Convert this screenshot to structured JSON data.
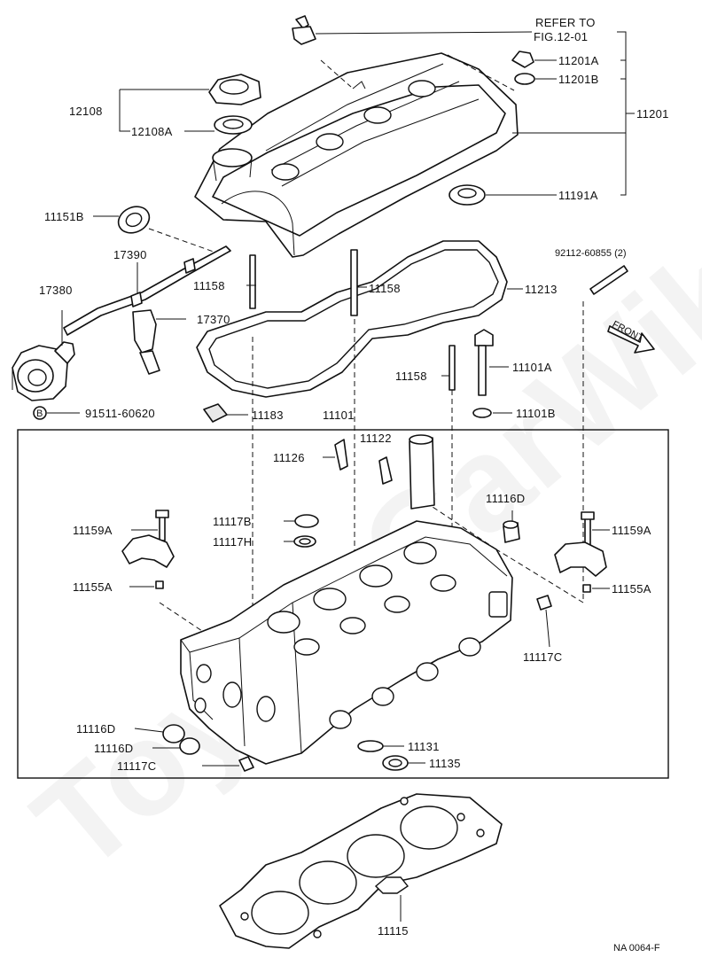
{
  "watermark": "ToyotaCarWiki.ru",
  "refer": {
    "line1": "REFER TO",
    "line2": "FIG.12-01"
  },
  "labels": {
    "p11201A": "11201A",
    "p11201B": "11201B",
    "p11201": "11201",
    "p11191A": "11191A",
    "p12108": "12108",
    "p12108A": "12108A",
    "p11151B": "11151B",
    "p17390": "17390",
    "p17380": "17380",
    "p17370": "17370",
    "p11158a": "11158",
    "p11158b": "11158",
    "p11158c": "11158",
    "p11213": "11213",
    "p92112": "92112-60855 (2)",
    "front": "FRONT",
    "p11101A": "11101A",
    "p11101B": "11101B",
    "p91511": "91511-60620",
    "bolt_mark": "B",
    "p11183": "11183",
    "p11101": "11101",
    "p11126": "11126",
    "p11122": "11122",
    "p11116Dtop": "11116D",
    "p11117B": "11117B",
    "p11117H": "11117H",
    "p11159Aleft": "11159A",
    "p11159Aright": "11159A",
    "p11155Aleft": "11155A",
    "p11155Aright": "11155A",
    "p11117Cright": "11117C",
    "p11116Da": "11116D",
    "p11116Db": "11116D",
    "p11117Cbottom": "11117C",
    "p11131": "11131",
    "p11135": "11135",
    "p11115": "11115",
    "fig_code": "NA 0064-F"
  }
}
